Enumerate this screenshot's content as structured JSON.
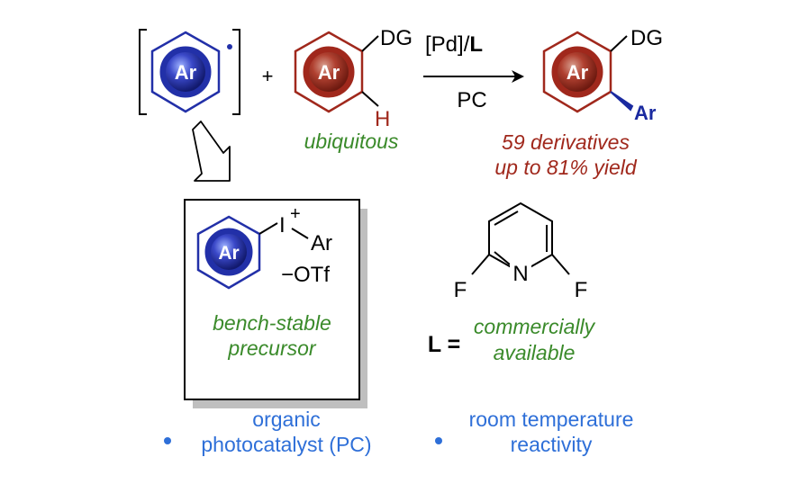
{
  "labels": {
    "ar": "Ar",
    "plus": "+",
    "dg": "DG",
    "h": "H",
    "ubiquitous": "ubiquitous"
  },
  "arrow": {
    "catalyst": "[Pd]/",
    "ligand_symbol": "L",
    "pc": "PC"
  },
  "results": {
    "derivatives": "59 derivatives",
    "yield": "up to 81% yield"
  },
  "precursor": {
    "iodine": "I",
    "charge": "+",
    "aryl": "Ar",
    "counterion": "−OTf",
    "desc1": "bench-stable",
    "desc2": "precursor"
  },
  "ligand": {
    "n": "N",
    "f": "F",
    "symbol": "L =",
    "desc1": "commercially",
    "desc2": "available"
  },
  "features": [
    {
      "line1": "organic",
      "line2": "photocatalyst (PC)"
    },
    {
      "line1": "room temperature",
      "line2": "reactivity"
    }
  ],
  "colors": {
    "aryl_radical": "#2230a8",
    "substrate": "#a0281c",
    "highlight_green": "#3a8a2a",
    "feature_blue": "#2e6fd8"
  }
}
